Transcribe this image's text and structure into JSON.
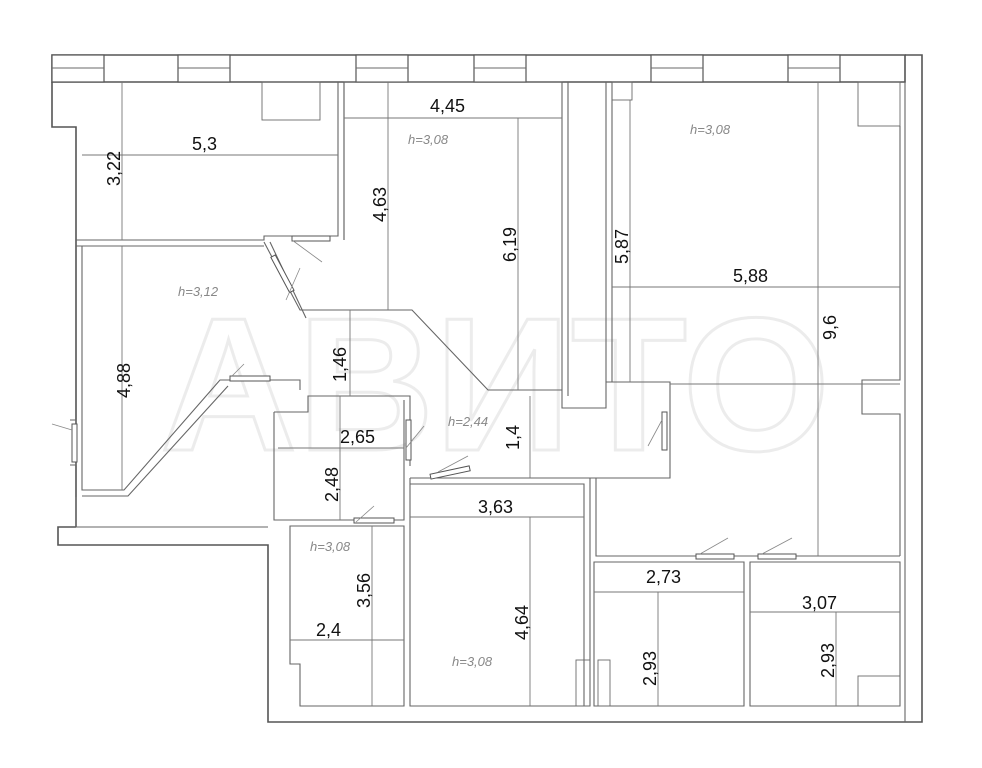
{
  "plan": {
    "dimensions": [
      "4,45",
      "5,3",
      "3,22",
      "4,63",
      "6,19",
      "5,87",
      "5,88",
      "9,6",
      "4,88",
      "1,46",
      "2,65",
      "2,48",
      "1,4",
      "3,63",
      "4,64",
      "3,56",
      "2,4",
      "2,73",
      "2,93",
      "3,07",
      "2,93"
    ],
    "heights": [
      "h=3,08",
      "h=3,08",
      "h=3,12",
      "h=2,44",
      "h=3,08",
      "h=3,08"
    ],
    "watermark": "АВИТО"
  }
}
